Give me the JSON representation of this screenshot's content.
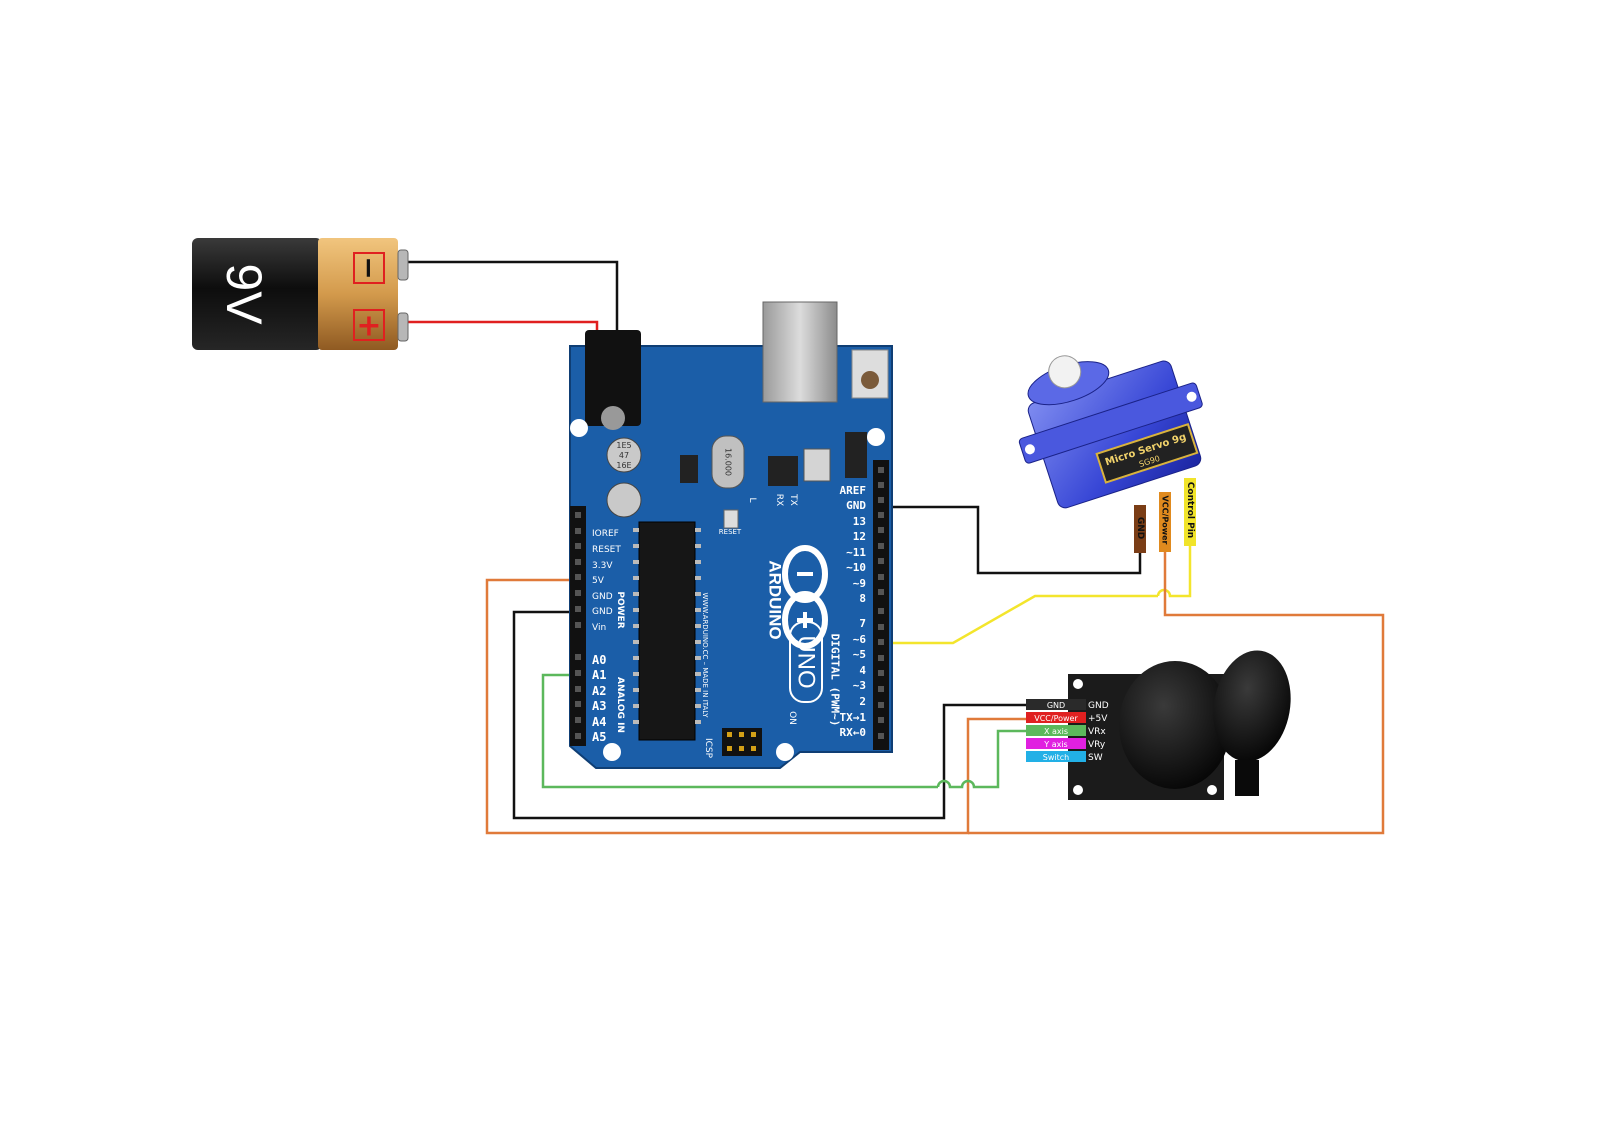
{
  "battery": {
    "label": "9V",
    "minus": "−",
    "plus": "+"
  },
  "arduino": {
    "brand": "ARDUINO",
    "model": "UNO",
    "power_header_label": "POWER",
    "analog_header_label": "ANALOG IN",
    "digital_header_label": "DIGITAL (PWM~)",
    "power_pins": [
      "IOREF",
      "RESET",
      "3.3V",
      "5V",
      "GND",
      "GND",
      "Vin"
    ],
    "analog_pins": [
      "A0",
      "A1",
      "A2",
      "A3",
      "A4",
      "A5"
    ],
    "digital_top": [
      "AREF",
      "GND",
      "13",
      "12",
      "~11",
      "~10",
      "~9",
      "8"
    ],
    "digital_bottom": [
      "7",
      "~6",
      "~5",
      "4",
      "~3",
      "2",
      "TX→1",
      "RX←0"
    ],
    "reset_label": "RESET",
    "icsp_label": "ICSP",
    "on_label": "ON",
    "tx_label": "TX",
    "rx_label": "RX",
    "l_label": "L",
    "cap_text": [
      "1E5",
      "47",
      "16E"
    ],
    "crystal_text": "16.000",
    "made_in": "WWW.ARDUINO.CC – MADE IN ITALY"
  },
  "servo": {
    "name": "Micro Servo 9g",
    "model": "SG90",
    "wires": [
      "GND",
      "VCC/Power",
      "Control Pin"
    ]
  },
  "joystick": {
    "wire_labels": [
      "GND",
      "VCC/Power",
      "X axis",
      "Y axis",
      "Switch"
    ],
    "pin_labels": [
      "GND",
      "+5V",
      "VRx",
      "VRy",
      "SW"
    ]
  },
  "colors": {
    "board": "#1b5ea8",
    "wire_black": "#111111",
    "wire_red": "#e02020",
    "wire_orange": "#e07a3a",
    "wire_yellow": "#f3e52c",
    "wire_green": "#5cb85c",
    "wire_magenta": "#e020e0",
    "wire_cyan": "#22b0e6"
  }
}
